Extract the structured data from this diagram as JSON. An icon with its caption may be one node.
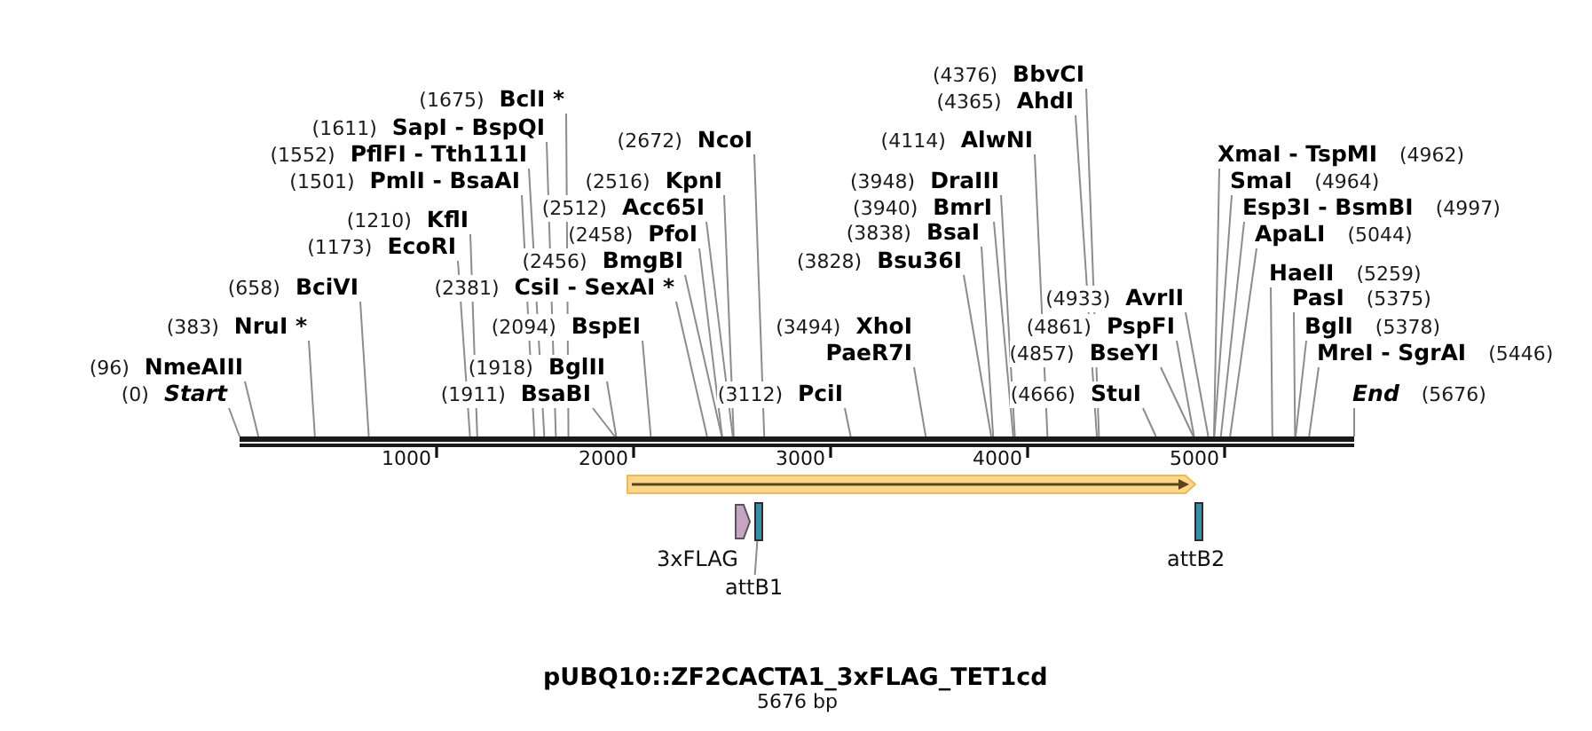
{
  "diagram": {
    "title": "pUBQ10::ZF2CACTA1_3xFLAG_TET1cd",
    "nodes": [
      {
        "text": [
          "(0)",
          "Start"
        ]
      },
      {
        "text": [
          "(96)",
          "NmeAIII"
        ]
      },
      {
        "text": [
          "(383)",
          "NruI *"
        ]
      },
      {
        "text": [
          "(658)",
          "BciVI"
        ]
      },
      {
        "text": [
          "(1173)",
          "EcoRI"
        ]
      },
      {
        "text": [
          "(1210)",
          "KflI"
        ]
      },
      {
        "text": [
          "(1501)",
          "PmlI - BsaAI"
        ]
      },
      {
        "text": [
          "(1552)",
          "PflFI - Tth111I"
        ]
      },
      {
        "text": [
          "(1611)",
          "SapI - BspQI"
        ]
      },
      {
        "text": [
          "(1675)",
          "BclI *"
        ]
      },
      {
        "text": [
          "(1911)",
          "BsaBI"
        ]
      },
      {
        "text": [
          "(1918)",
          "BglII"
        ]
      },
      {
        "text": [
          "(2094)",
          "BspEI"
        ]
      },
      {
        "text": [
          "(2381)",
          "CsiI - SexAI *"
        ]
      },
      {
        "text": [
          "(2456)",
          "BmgBI"
        ]
      },
      {
        "text": [
          "(2458)",
          "PfoI"
        ]
      },
      {
        "text": [
          "(2512)",
          "Acc65I"
        ]
      },
      {
        "text": [
          "(2516)",
          "KpnI"
        ]
      },
      {
        "text": [
          "(2672)",
          "NcoI"
        ]
      },
      {
        "text": [
          "(3112)",
          "PciI"
        ]
      },
      {
        "text": [
          "(3494)",
          "XhoI",
          "PaeR7I"
        ]
      },
      {
        "text": [
          "(3828)",
          "Bsu36I"
        ]
      },
      {
        "text": [
          "(3838)",
          "BsaI"
        ]
      },
      {
        "text": [
          "(3940)",
          "BmrI"
        ]
      },
      {
        "text": [
          "(3948)",
          "DraIII"
        ]
      },
      {
        "text": [
          "(4114)",
          "AlwNI"
        ]
      },
      {
        "text": [
          "(4365)",
          "AhdI"
        ]
      },
      {
        "text": [
          "(4376)",
          "BbvCI"
        ]
      },
      {
        "text": [
          "(4666)",
          "StuI"
        ]
      },
      {
        "text": [
          "(4857)",
          "BseYI"
        ]
      },
      {
        "text": [
          "(4861)",
          "PspFI"
        ]
      },
      {
        "text": [
          "(4933)",
          "AvrII"
        ]
      },
      {
        "text": [
          "XmaI - TspMI",
          "(4962)"
        ]
      },
      {
        "text": [
          "SmaI",
          "(4964)"
        ]
      },
      {
        "text": [
          "Esp3I - BsmBI",
          "(4997)"
        ]
      },
      {
        "text": [
          "ApaLI",
          "(5044)"
        ]
      },
      {
        "text": [
          "HaeII",
          "(5259)"
        ]
      },
      {
        "text": [
          "PasI",
          "(5375)"
        ]
      },
      {
        "text": [
          "BglI",
          "(5378)"
        ]
      },
      {
        "text": [
          "MreI - SgrAI",
          "(5446)"
        ]
      },
      {
        "text": [
          "End",
          "(5676)"
        ]
      },
      {
        "text": [],
        "shape": "bar"
      },
      {
        "text": [],
        "shape": "arrow"
      },
      {
        "text": [],
        "shape": "arrow",
        "beside": [
          "3xFLAG"
        ]
      },
      {
        "text": [],
        "shape": "box"
      },
      {
        "text": [
          "attB1"
        ]
      },
      {
        "text": [],
        "shape": "box",
        "beside": [
          "attB2"
        ]
      }
    ],
    "edges": [
      {
        "from": 0,
        "to": 41,
        "arrow": "none"
      },
      {
        "from": 1,
        "to": 41,
        "arrow": "none"
      },
      {
        "from": 2,
        "to": 41,
        "arrow": "none"
      },
      {
        "from": 3,
        "to": 41,
        "arrow": "none"
      },
      {
        "from": 4,
        "to": 41,
        "arrow": "none"
      },
      {
        "from": 5,
        "to": 41,
        "arrow": "none"
      },
      {
        "from": 6,
        "to": 41,
        "arrow": "none"
      },
      {
        "from": 7,
        "to": 41,
        "arrow": "none"
      },
      {
        "from": 8,
        "to": 41,
        "arrow": "none"
      },
      {
        "from": 9,
        "to": 41,
        "arrow": "none"
      },
      {
        "from": 10,
        "to": 41,
        "arrow": "none"
      },
      {
        "from": 11,
        "to": 41,
        "arrow": "none"
      },
      {
        "from": 12,
        "to": 41,
        "arrow": "none"
      },
      {
        "from": 13,
        "to": 41,
        "arrow": "none"
      },
      {
        "from": 14,
        "to": 41,
        "arrow": "none"
      },
      {
        "from": 15,
        "to": 41,
        "arrow": "none"
      },
      {
        "from": 16,
        "to": 41,
        "arrow": "none"
      },
      {
        "from": 17,
        "to": 41,
        "arrow": "none"
      },
      {
        "from": 18,
        "to": 41,
        "arrow": "none"
      },
      {
        "from": 19,
        "to": 41,
        "arrow": "none"
      },
      {
        "from": 20,
        "to": 41,
        "arrow": "none"
      },
      {
        "from": 21,
        "to": 41,
        "arrow": "none"
      },
      {
        "from": 22,
        "to": 41,
        "arrow": "none"
      },
      {
        "from": 23,
        "to": 41,
        "arrow": "none"
      },
      {
        "from": 24,
        "to": 41,
        "arrow": "none"
      },
      {
        "from": 25,
        "to": 41,
        "arrow": "none"
      },
      {
        "from": 26,
        "to": 41,
        "arrow": "none"
      },
      {
        "from": 27,
        "to": 41,
        "arrow": "none"
      },
      {
        "from": 28,
        "to": 41,
        "arrow": "none"
      },
      {
        "from": 29,
        "to": 41,
        "arrow": "none"
      },
      {
        "from": 30,
        "to": 41,
        "arrow": "none"
      },
      {
        "from": 31,
        "to": 41,
        "arrow": "none"
      },
      {
        "from": 32,
        "to": 41,
        "arrow": "none"
      },
      {
        "from": 33,
        "to": 41,
        "arrow": "none"
      },
      {
        "from": 34,
        "to": 41,
        "arrow": "none"
      },
      {
        "from": 35,
        "to": 41,
        "arrow": "none"
      },
      {
        "from": 36,
        "to": 41,
        "arrow": "none"
      },
      {
        "from": 37,
        "to": 41,
        "arrow": "none"
      },
      {
        "from": 38,
        "to": 41,
        "arrow": "none"
      },
      {
        "from": 39,
        "to": 41,
        "arrow": "none"
      },
      {
        "from": 40,
        "to": 41,
        "arrow": "none"
      },
      {
        "from": 45,
        "to": 44,
        "arrow": "none"
      }
    ],
    "labels": [
      "1000",
      "2000",
      "3000",
      "4000",
      "5000",
      "5676 bp"
    ]
  }
}
